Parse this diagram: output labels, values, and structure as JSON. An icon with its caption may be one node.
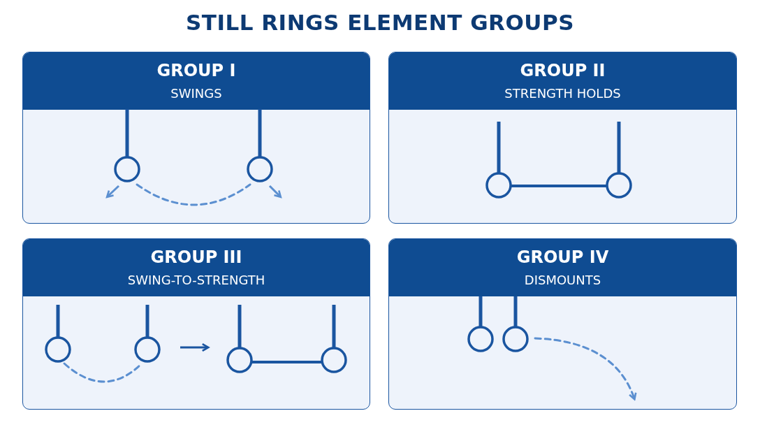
{
  "diagram": {
    "title": "STILL RINGS ELEMENT GROUPS",
    "nodes": [
      {
        "text": [
          "GROUP I",
          "SWINGS"
        ]
      },
      {
        "text": [
          "GROUP II",
          "STRENGTH HOLDS"
        ]
      },
      {
        "text": [
          "GROUP III",
          "SWING-TO-STRENGTH"
        ]
      },
      {
        "text": [
          "GROUP IV",
          "DISMOUNTS"
        ]
      }
    ]
  }
}
